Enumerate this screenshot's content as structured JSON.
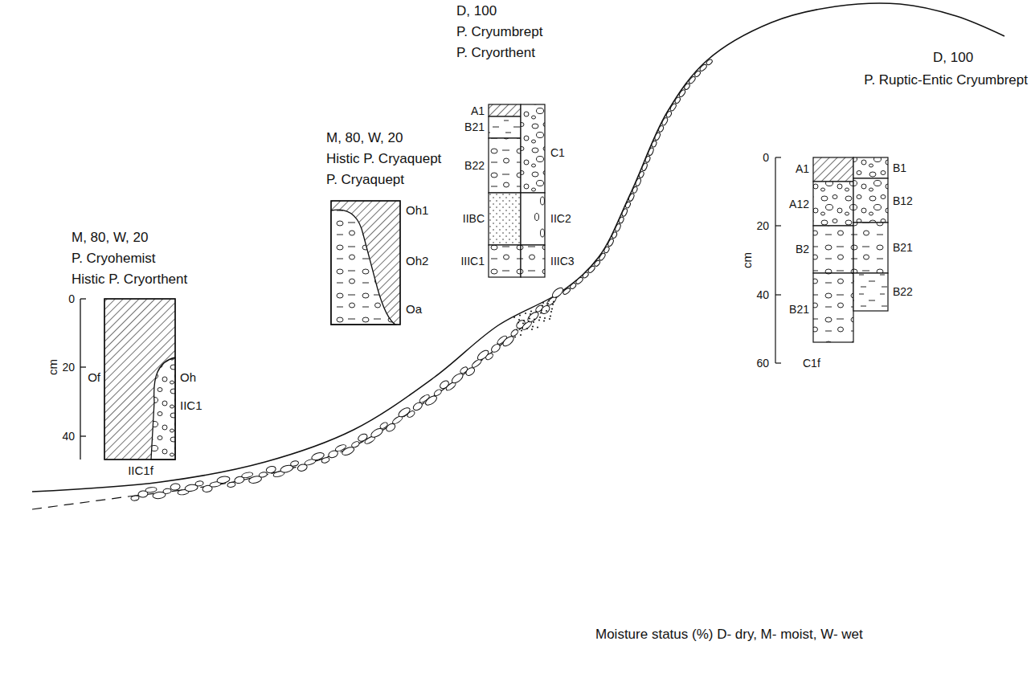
{
  "diagram": {
    "caption": "Moisture status (%) D- dry, M- moist, W- wet",
    "labels": [
      "M, 80, W, 20",
      "P. Cryohemist",
      "Histic P. Cryorthent",
      "0",
      "20",
      "40",
      "cm",
      "Of",
      "Oh",
      "IIC1",
      "IIC1f",
      "M, 80, W, 20",
      "Histic P. Cryaquept",
      "P. Cryaquept",
      "Oh1",
      "Oh2",
      "Oa",
      "D, 100",
      "P. Cryumbrept",
      "P. Cryorthent",
      "A1",
      "B21",
      "B22",
      "IIBC",
      "IIIC1",
      "C1",
      "IIC2",
      "IIIC3",
      "D, 100",
      "P. Ruptic-Entic Cryumbrept",
      "0",
      "20",
      "40",
      "60",
      "cm",
      "A1",
      "A12",
      "B2",
      "B21",
      "C1f",
      "B1",
      "B12",
      "B21",
      "B22"
    ]
  }
}
